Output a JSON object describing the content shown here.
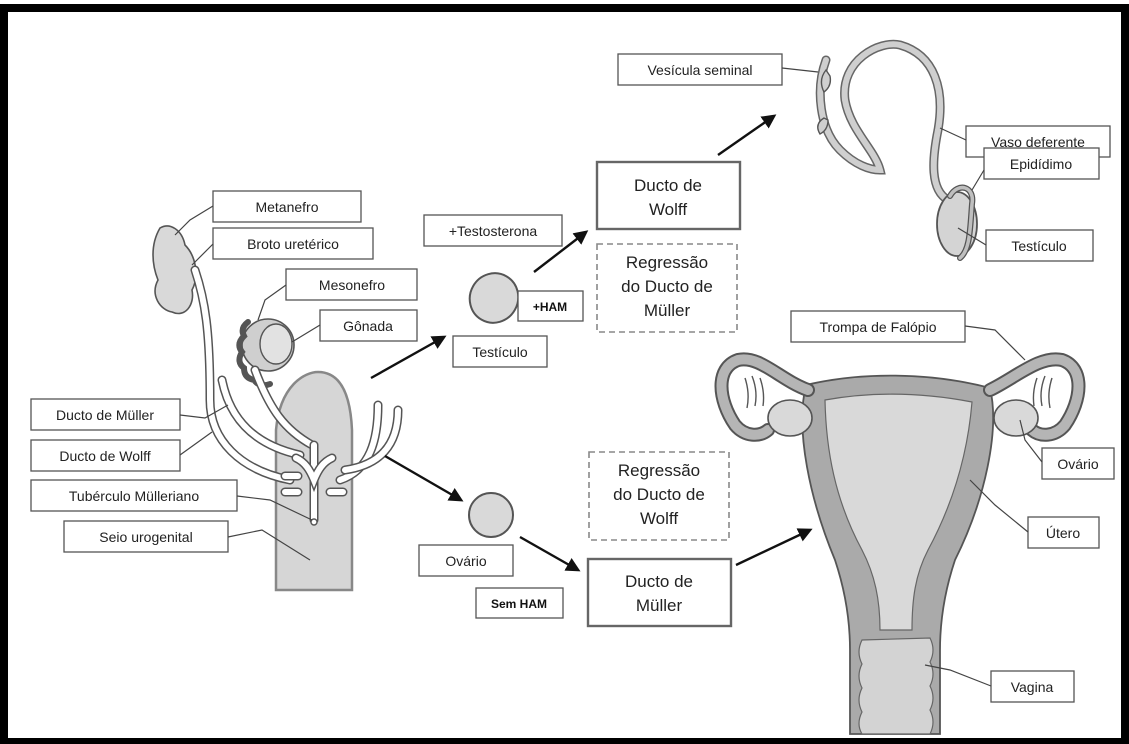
{
  "labels": {
    "metanefro": "Metanefro",
    "broto_ureterico": "Broto uretérico",
    "mesonefro": "Mesonefro",
    "gonada": "Gônada",
    "ducto_muller_left": "Ducto de Müller",
    "ducto_wolff_left": "Ducto de Wolff",
    "tuberculo": "Tubérculo Mülleriano",
    "seio": "Seio urogenital",
    "testosterona": "+Testosterona",
    "ham": "+HAM",
    "testiculo_mid": "Testículo",
    "ducto_wolff_box": [
      "Ducto de",
      "Wolff"
    ],
    "regressao_muller": [
      "Regressão",
      "do Ducto de",
      "Müller"
    ],
    "vesicula": "Vesícula seminal",
    "vaso": "Vaso deferente",
    "epididimo": "Epidídimo",
    "testiculo_right": "Testículo",
    "trompa": "Trompa de Falópio",
    "ovario_right": "Ovário",
    "utero": "Útero",
    "vagina": "Vagina",
    "regressao_wolff": [
      "Regressão",
      "do Ducto de",
      "Wolff"
    ],
    "ovario_mid": "Ovário",
    "sem_ham": "Sem HAM",
    "ducto_muller_box": [
      "Ducto de",
      "Müller"
    ]
  },
  "colors": {
    "frame": "#000000",
    "organ_fill": "#d9d9d9",
    "organ_stroke": "#555555"
  }
}
